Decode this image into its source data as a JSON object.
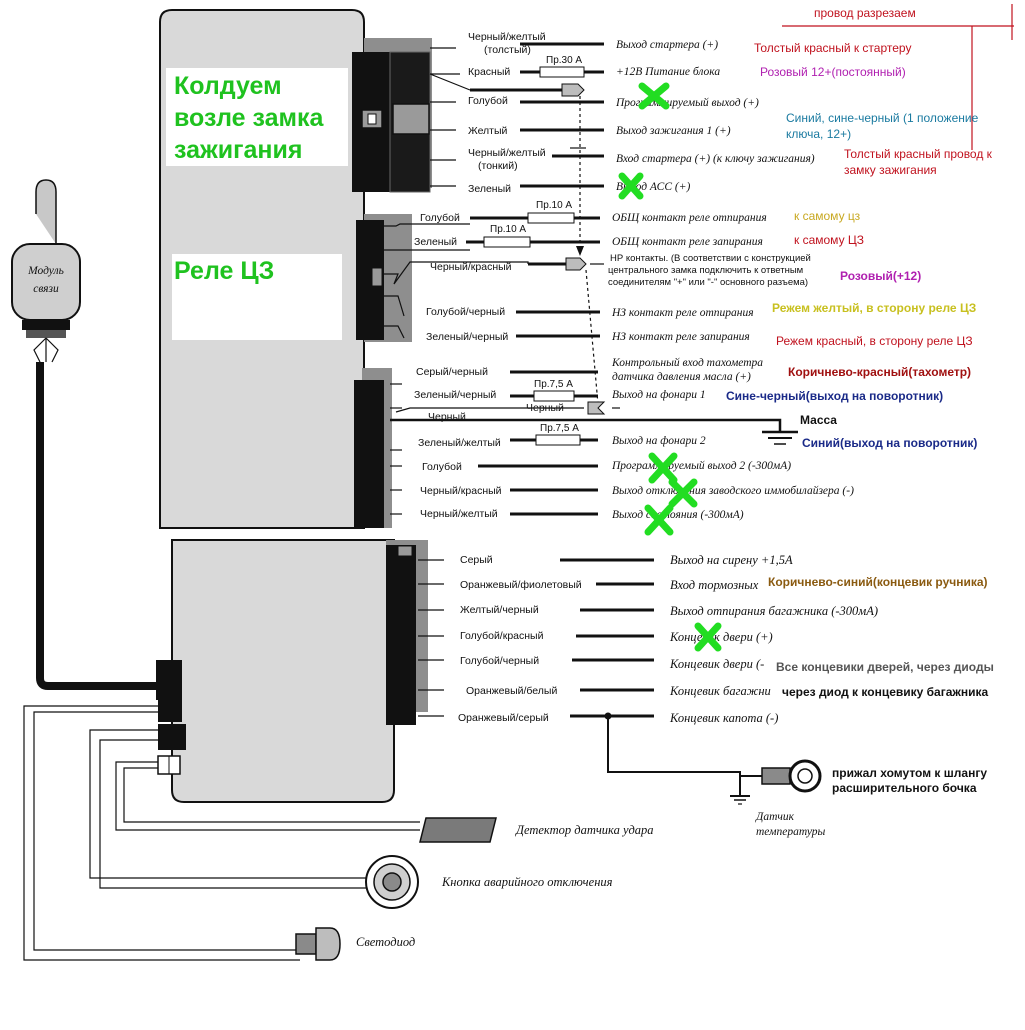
{
  "titles": {
    "zamok": [
      "Колдуем",
      "возле замка",
      "зажигания"
    ],
    "rele": "Реле ЦЗ"
  },
  "module": [
    "Модуль",
    "связи"
  ],
  "fuses": {
    "f1": "Пр.30 А",
    "f2": "Пр.10 А",
    "f3": "Пр.10 А",
    "f4": "Пр.7,5 А",
    "f5": "Пр.7,5 А"
  },
  "block1": {
    "wires": [
      "Черный/желтый",
      "(толстый)",
      "Красный",
      "Голубой",
      "Желтый",
      "Черный/желтый",
      "(тонкий)",
      "Зеленый"
    ],
    "functions": [
      "Выход стартера (+)",
      "+12В Питание блока",
      "Программируемый выход (+)",
      "Выход зажигания 1 (+)",
      "Вход стартера (+) (к ключу зажигания)",
      "Выход АСС (+)"
    ]
  },
  "block2": {
    "wires": [
      "Голубой",
      "Зеленый",
      "Черный/красный",
      "Голубой/черный",
      "Зеленый/черный"
    ],
    "functions": [
      "ОБЩ контакт реле отпирания",
      "ОБЩ контакт реле запирания",
      "НР контакты. (В соответствии с конструкцией",
      "центрального замка подключить к ответным",
      "соединителям \"+\" или \"-\" основного разъема)",
      "НЗ контакт реле отпирания",
      "НЗ контакт реле запирания"
    ]
  },
  "block3": {
    "wires": [
      "Серый/черный",
      "Зеленый/черный",
      "Черный",
      "Черный",
      "Зеленый/желтый",
      "Голубой",
      "Черный/красный",
      "Черный/желтый"
    ],
    "functions": [
      "Контрольный вход тахометра",
      "датчика давления масла (+)",
      "Выход на фонари 1",
      "Выход на фонари 2",
      "Программируемый выход 2 (-300мА)",
      "Выход отключения заводского иммобилайзера (-)",
      "Выход состояния (-300мА)"
    ]
  },
  "block4": {
    "wires": [
      "Серый",
      "Оранжевый/фиолетовый",
      "Желтый/черный",
      "Голубой/красный",
      "Голубой/черный",
      "Оранжевый/белый",
      "Оранжевый/серый"
    ],
    "functions": [
      "Выход на сирену +1,5А",
      "Вход тормозных",
      "Выход отпирания багажника (-300мА)",
      "Концевик двери (+)",
      "Концевик двери (-",
      "Концевик багажни",
      "Концевик капота (-)"
    ]
  },
  "peripherals": {
    "shock": "Детектор датчика удара",
    "button": "Кнопка аварийного отключения",
    "led": "Светодиод",
    "temp": [
      "Датчик",
      "температуры"
    ]
  },
  "annotations": {
    "cut": "провод разрезаем",
    "starter": "Толстый красный к стартеру",
    "pink12": "Розовый 12+(постоянный)",
    "blue": [
      "Синий, сине-черный (1 положение",
      "ключа, 12+)"
    ],
    "ignition": [
      "Толстый красный провод к",
      "замку зажигания"
    ],
    "cz1": "к самому цз",
    "cz2": "к самому ЦЗ",
    "pink": "Розовый(+12)",
    "yellowCut": "Режем желтый, в сторону реле ЦЗ",
    "redCut": "Режем красный, в сторону реле ЦЗ",
    "tacho": "Коричнево-красный(тахометр)",
    "turn1": "Сине-черный(выход на поворотник)",
    "mass": "Масса",
    "turn2": "Синий(выход на поворотник)",
    "handbrake": "Коричнево-синий(концевик ручника)",
    "doors": "Все концевики дверей, через диоды",
    "trunk": "через диод к концевику багажника",
    "clamp": [
      "прижал хомутом к шлангу",
      "расширительного бочка"
    ]
  },
  "colors": {
    "green": "#1fc21f",
    "red": "#c0121e",
    "pink": "#b020b0",
    "teal": "#1a7aa0",
    "yellow": "#c8c020",
    "navy": "#1a2a88",
    "brown": "#8a5a10",
    "gray": "#555555",
    "body": "#d9d9d9"
  }
}
